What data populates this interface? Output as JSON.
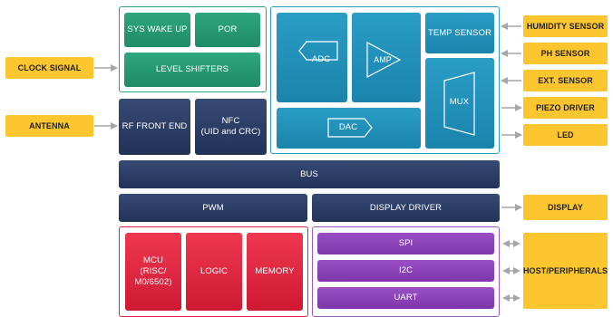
{
  "blocks": {
    "sys_wake_up": "SYS WAKE UP",
    "por": "POR",
    "level_shifters": "LEVEL SHIFTERS",
    "rf_front_end": "RF FRONT END",
    "nfc": "NFC\n(UID and CRC)",
    "adc": "ADC",
    "amp": "AMP",
    "temp_sensor": "TEMP SENSOR",
    "mux": "MUX",
    "dac": "DAC",
    "bus": "BUS",
    "pwm": "PWM",
    "display_driver": "DISPLAY DRIVER",
    "mcu": "MCU\n(RISC/\nM0/6502)",
    "logic": "LOGIC",
    "memory": "MEMORY",
    "spi": "SPI",
    "i2c": "I2C",
    "uart": "UART"
  },
  "external": {
    "clock_signal": "CLOCK SIGNAL",
    "antenna": "ANTENNA",
    "humidity_sensor": "HUMIDITY SENSOR",
    "ph_sensor": "PH SENSOR",
    "ext_sensor": "EXT. SENSOR",
    "piezo_driver": "PIEZO DRIVER",
    "led": "LED",
    "display": "DISPLAY",
    "host_peripherals": "HOST/PERIPHERALS"
  },
  "colors": {
    "green": "#1f8b66",
    "blue": "#1a84ad",
    "navy": "#22335a",
    "red": "#cf1933",
    "purple": "#7d36aa",
    "yellow": "#fdc52e",
    "arrow": "#a6a6a6"
  }
}
